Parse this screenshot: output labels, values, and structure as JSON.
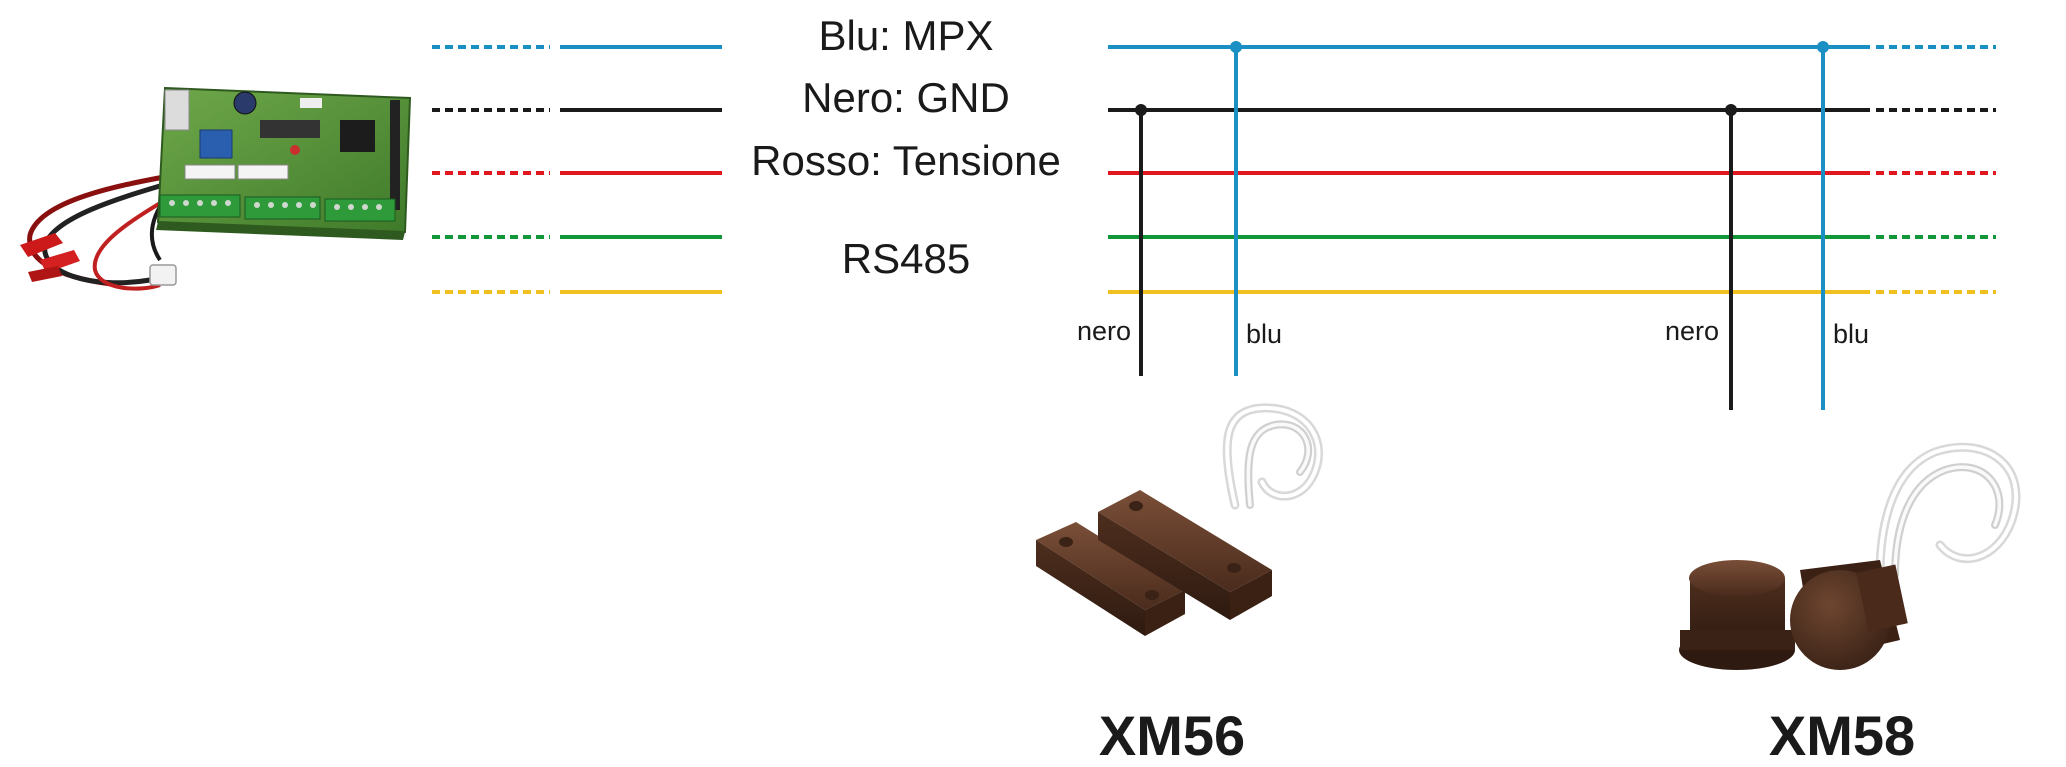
{
  "bus": {
    "lines": [
      {
        "id": "blu",
        "color": "#1a8fc4",
        "label": "Blu: MPX"
      },
      {
        "id": "nero",
        "color": "#1a1a1a",
        "label": "Nero: GND"
      },
      {
        "id": "rosso",
        "color": "#e0171f",
        "label": "Rosso: Tensione"
      },
      {
        "id": "verde",
        "color": "#12963a",
        "label": ""
      },
      {
        "id": "giallo",
        "color": "#f0c020",
        "label": ""
      }
    ],
    "rs485_label": "RS485"
  },
  "taps": [
    {
      "wire": "nero",
      "label": "nero"
    },
    {
      "wire": "blu",
      "label": "blu"
    },
    {
      "wire": "nero",
      "label": "nero"
    },
    {
      "wire": "blu",
      "label": "blu"
    }
  ],
  "devices": {
    "control_board": {
      "icon": "circuit-board-icon"
    },
    "sensor_1": {
      "model": "XM56",
      "icon": "rectangular-magnetic-contact-icon"
    },
    "sensor_2": {
      "model": "XM58",
      "icon": "cylindrical-magnetic-contact-icon"
    }
  }
}
